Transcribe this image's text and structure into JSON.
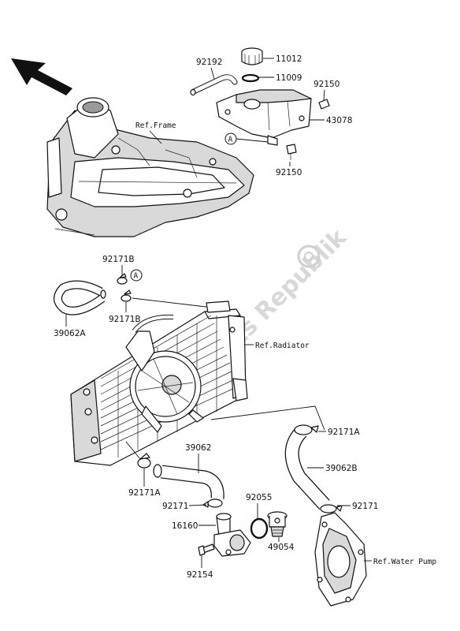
{
  "watermark": "Parts Republik",
  "refs": {
    "frame": "Ref.Frame",
    "radiator": "Ref.Radiator",
    "water_pump": "Ref.Water Pump"
  },
  "callout": "A",
  "parts": {
    "p11012": "11012",
    "p11009": "11009",
    "p92192": "92192",
    "p92150_top": "92150",
    "p43078": "43078",
    "p92150_bottom": "92150",
    "p92171B_top": "92171B",
    "p92171B_bottom": "92171B",
    "p39062A": "39062A",
    "p92171A_right": "92171A",
    "p39062B": "39062B",
    "p39062": "39062",
    "p92055": "92055",
    "p92171_left": "92171",
    "p92171_right": "92171",
    "p16160": "16160",
    "p49054": "49054",
    "p92154": "92154",
    "p92171A_left": "92171A"
  }
}
